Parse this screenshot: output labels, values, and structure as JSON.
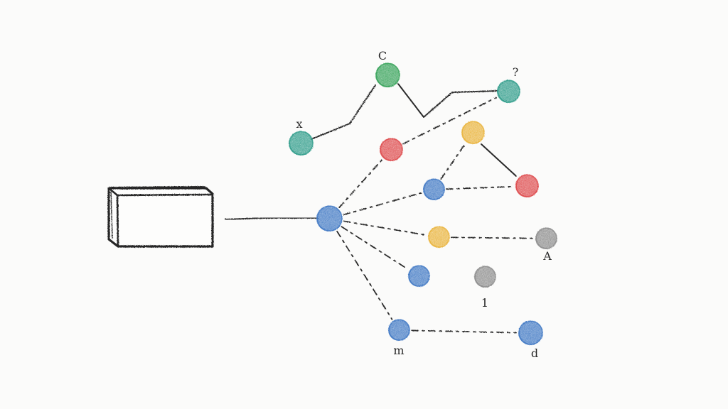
{
  "diagram": {
    "box": {
      "label": ""
    },
    "colors": {
      "blue": "#3f78c4",
      "green": "#37a35a",
      "teal": "#2e9c8a",
      "red": "#de4a4c",
      "yellow": "#eab43c",
      "gray": "#8c8c8c",
      "ink": "#2a2a2a"
    },
    "nodes": [
      {
        "id": "hub",
        "color": "blue",
        "label": ""
      },
      {
        "id": "top-green",
        "color": "green",
        "label": "C"
      },
      {
        "id": "left-teal",
        "color": "teal",
        "label": "x"
      },
      {
        "id": "right-teal",
        "color": "teal",
        "label": "?"
      },
      {
        "id": "red-upper",
        "color": "red",
        "label": ""
      },
      {
        "id": "yellow-upper",
        "color": "yellow",
        "label": ""
      },
      {
        "id": "blue-mid",
        "color": "blue",
        "label": ""
      },
      {
        "id": "red-right",
        "color": "red",
        "label": ""
      },
      {
        "id": "yellow-mid",
        "color": "yellow",
        "label": ""
      },
      {
        "id": "gray-right",
        "color": "gray",
        "label": "A"
      },
      {
        "id": "blue-lower",
        "color": "blue",
        "label": ""
      },
      {
        "id": "gray-lower",
        "color": "gray",
        "label": "1"
      },
      {
        "id": "blue-bottom",
        "color": "blue",
        "label": "m"
      },
      {
        "id": "blue-bottom-right",
        "color": "blue",
        "label": "d"
      }
    ],
    "edges": [
      {
        "from": "box",
        "to": "hub",
        "style": "solid"
      },
      {
        "from": "left-teal",
        "to": "top-green",
        "style": "solid"
      },
      {
        "from": "top-green",
        "to": "right-teal",
        "style": "solid"
      },
      {
        "from": "hub",
        "to": "red-upper",
        "style": "dashed"
      },
      {
        "from": "red-upper",
        "to": "right-teal",
        "style": "dashed"
      },
      {
        "from": "hub",
        "to": "blue-mid",
        "style": "dashed"
      },
      {
        "from": "blue-mid",
        "to": "yellow-upper",
        "style": "dashed"
      },
      {
        "from": "yellow-upper",
        "to": "red-right",
        "style": "solid"
      },
      {
        "from": "blue-mid",
        "to": "red-right",
        "style": "dashed"
      },
      {
        "from": "hub",
        "to": "yellow-mid",
        "style": "dashed"
      },
      {
        "from": "yellow-mid",
        "to": "gray-right",
        "style": "dashed"
      },
      {
        "from": "hub",
        "to": "blue-lower",
        "style": "dashed"
      },
      {
        "from": "hub",
        "to": "blue-bottom",
        "style": "dashed"
      },
      {
        "from": "blue-bottom",
        "to": "blue-bottom-right",
        "style": "dashed"
      }
    ]
  }
}
